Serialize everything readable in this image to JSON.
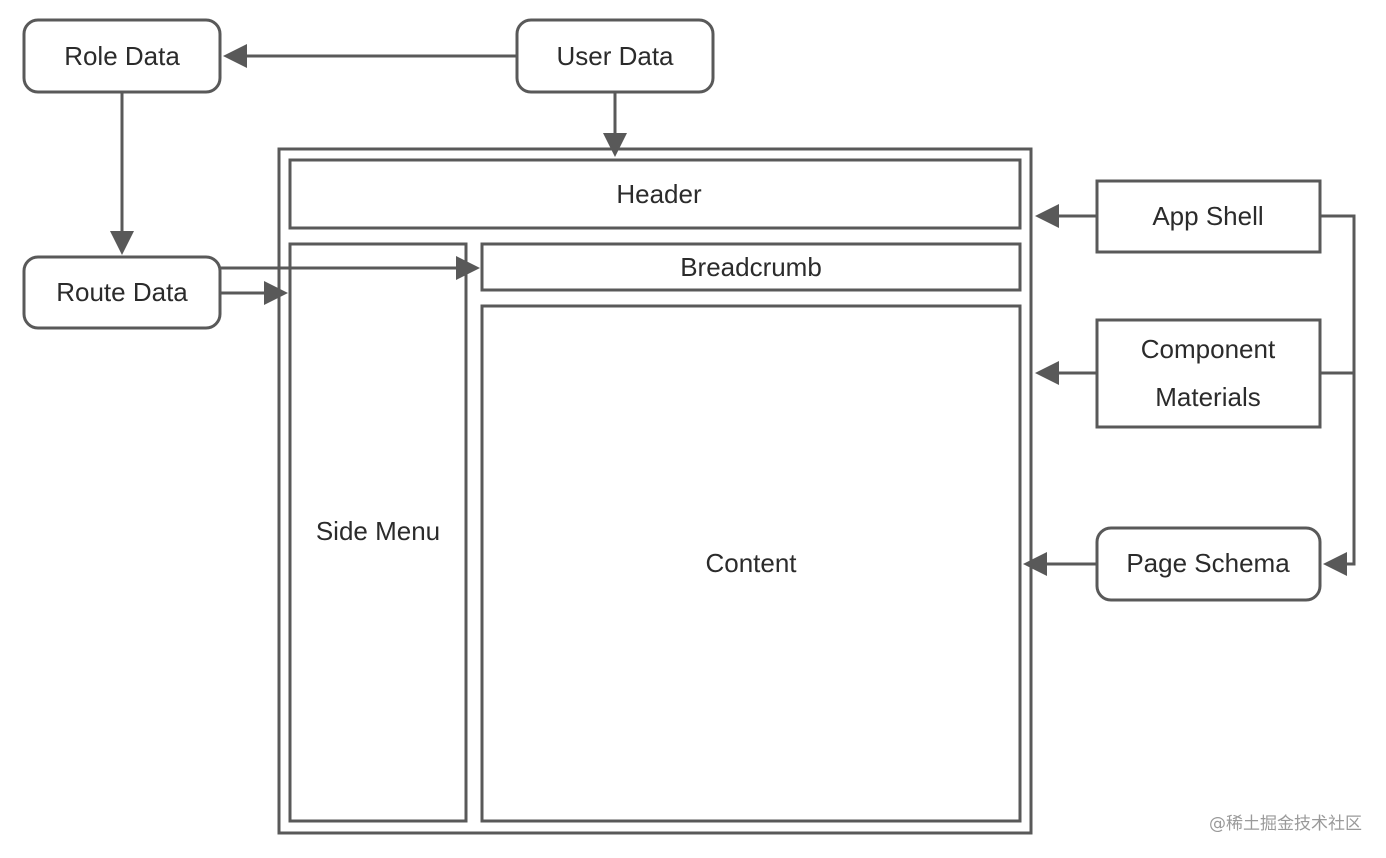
{
  "colors": {
    "stroke": "#595959",
    "text": "#2b2b2b",
    "background": "#ffffff",
    "watermark": "#9a9a9a"
  },
  "nodes": {
    "role_data": "Role Data",
    "user_data": "User Data",
    "route_data": "Route Data",
    "app_shell": "App Shell",
    "component_materials_line1": "Component",
    "component_materials_line2": "Materials",
    "page_schema": "Page Schema"
  },
  "layout_regions": {
    "header": "Header",
    "breadcrumb": "Breadcrumb",
    "side_menu": "Side Menu",
    "content": "Content"
  },
  "edges": [
    {
      "from": "User Data",
      "to": "Role Data"
    },
    {
      "from": "Role Data",
      "to": "Route Data"
    },
    {
      "from": "User Data",
      "to": "Header"
    },
    {
      "from": "Route Data",
      "to": "Breadcrumb"
    },
    {
      "from": "Route Data",
      "to": "Side Menu"
    },
    {
      "from": "App Shell",
      "to": "Header"
    },
    {
      "from": "Component Materials",
      "to": "Content"
    },
    {
      "from": "App Shell",
      "to": "Page Schema"
    },
    {
      "from": "Page Schema",
      "to": "Content"
    }
  ],
  "watermark": "@稀土掘金技术社区"
}
